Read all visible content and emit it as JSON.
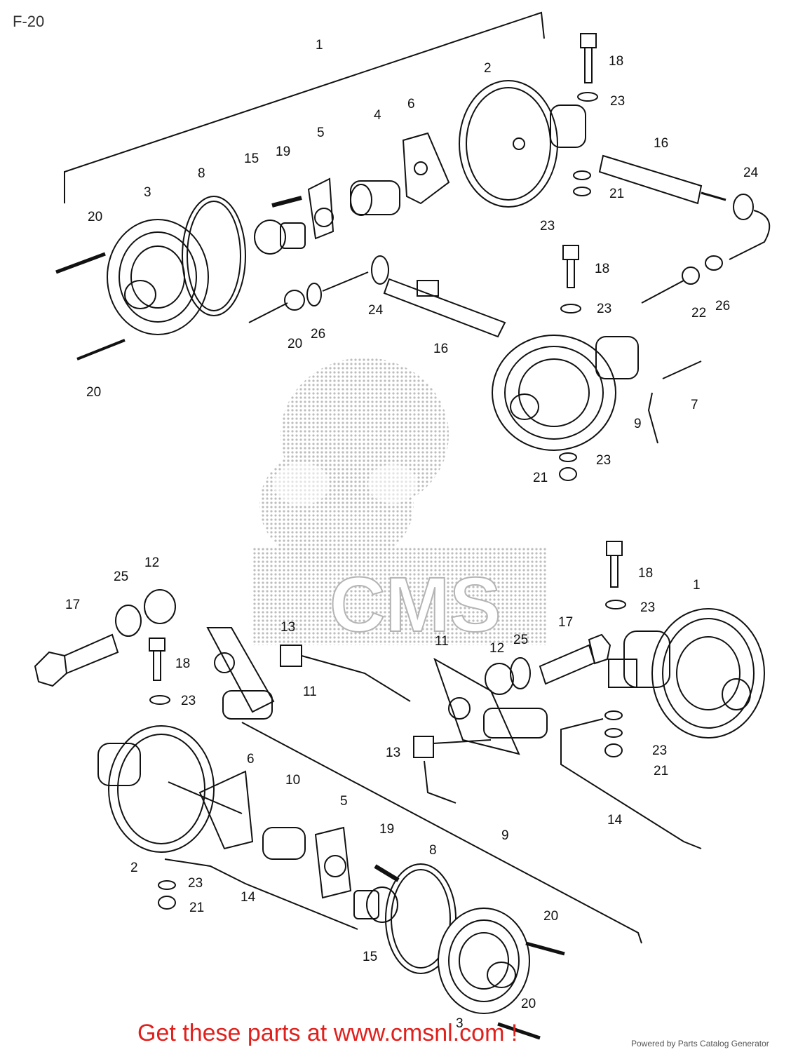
{
  "page": {
    "title": "F-20"
  },
  "watermark": {
    "letters": "CMS"
  },
  "callouts": {
    "c1a": "1",
    "c2a": "2",
    "c3a": "3",
    "c4": "4",
    "c5a": "5",
    "c6a": "6",
    "c7": "7",
    "c8a": "8",
    "c9a": "9",
    "c15a": "15",
    "c16a": "16",
    "c16b": "16",
    "c18a": "18",
    "c18b": "18",
    "c19a": "19",
    "c20a": "20",
    "c20b": "20",
    "c20c": "20",
    "c21a": "21",
    "c21b": "21",
    "c22": "22",
    "c23a": "23",
    "c23b": "23",
    "c23c": "23",
    "c23d": "23",
    "c24a": "24",
    "c24b": "24",
    "c26a": "26",
    "c26b": "26",
    "c12a": "12",
    "c25a": "25",
    "c17a": "17",
    "c18c": "18",
    "c23e": "23",
    "c13a": "13",
    "c11a": "11",
    "c11b": "11",
    "c12b": "12",
    "c25b": "25",
    "c17b": "17",
    "c18d": "18",
    "c23f": "23",
    "c1b": "1",
    "c13b": "13",
    "c23g": "23",
    "c21c": "21",
    "c14a": "14",
    "c6b": "6",
    "c10": "10",
    "c5b": "5",
    "c19b": "19",
    "c8b": "8",
    "c9b": "9",
    "c2b": "2",
    "c23h": "23",
    "c21d": "21",
    "c14b": "14",
    "c15b": "15",
    "c20d": "20",
    "c3b": "3",
    "c20e": "20"
  },
  "footer": {
    "promo": "Get these parts at www.cmsnl.com !",
    "credit": "Powered by Parts Catalog Generator"
  },
  "colors": {
    "promo": "#e0201c",
    "line": "#111111",
    "watermark": "#8a8a8a"
  }
}
